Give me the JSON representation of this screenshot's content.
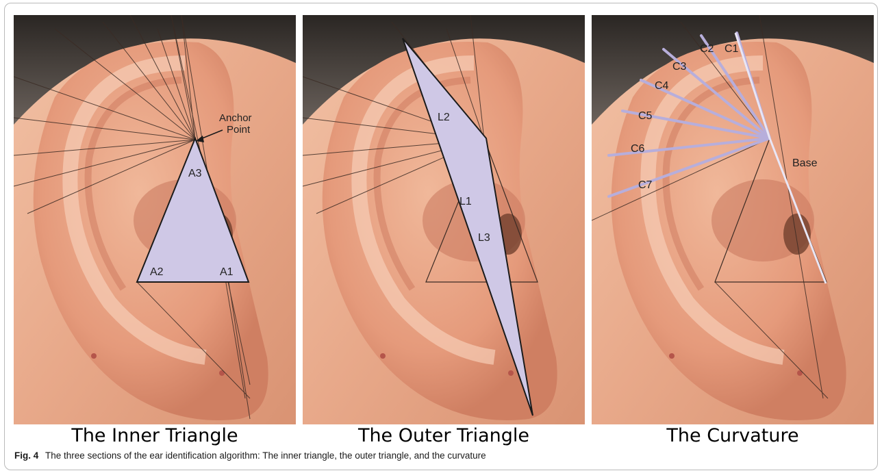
{
  "panels": [
    {
      "title": "The Inner Triangle",
      "labels": {
        "anchor_line1": "Anchor",
        "anchor_line2": "Point",
        "a1": "A1",
        "a2": "A2",
        "a3": "A3"
      }
    },
    {
      "title": "The Outer Triangle",
      "labels": {
        "l1": "L1",
        "l2": "L2",
        "l3": "L3"
      }
    },
    {
      "title": "The Curvature",
      "labels": {
        "c1": "C1",
        "c2": "C2",
        "c3": "C3",
        "c4": "C4",
        "c5": "C5",
        "c6": "C6",
        "c7": "C7",
        "base": "Base"
      }
    }
  ],
  "caption": {
    "label": "Fig. 4",
    "text": "The three sections of the ear identification algorithm: The inner triangle, the outer triangle, and the curvature"
  },
  "colors": {
    "shape_fill": "#cfc8e6",
    "curvature_line": "#b7aedb",
    "skin": "#e5a182"
  }
}
